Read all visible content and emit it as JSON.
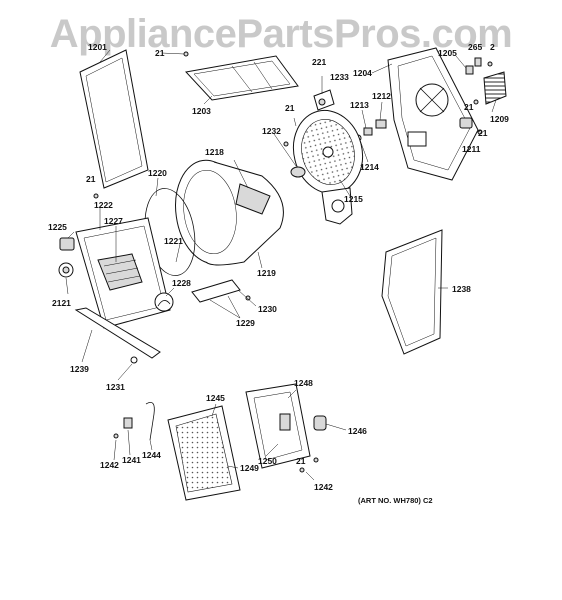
{
  "watermark": "AppliancePartsPros.com",
  "art_number": "(ART NO. WH780) C2",
  "part_labels": {
    "p1201": "1201",
    "p21a": "21",
    "p21b": "21",
    "p21c": "21",
    "p21d": "21",
    "p21e": "21",
    "p21f": "21",
    "p1203": "1203",
    "p221": "221",
    "p1233": "1233",
    "p1204": "1204",
    "p1205": "1205",
    "p265": "265",
    "p2": "2",
    "p1209": "1209",
    "p1212": "1212",
    "p1213": "1213",
    "p1214": "1214",
    "p1211": "1211",
    "p1232": "1232",
    "p1215": "1215",
    "p1218": "1218",
    "p1220": "1220",
    "p1222": "1222",
    "p1225": "1225",
    "p1227": "1227",
    "p1221": "1221",
    "p1219": "1219",
    "p1228": "1228",
    "p2121": "2121",
    "p1230": "1230",
    "p1229": "1229",
    "p1238": "1238",
    "p1239": "1239",
    "p1231": "1231",
    "p1245": "1245",
    "p1248": "1248",
    "p1246": "1246",
    "p1242a": "1242",
    "p1241": "1241",
    "p1244": "1244",
    "p1250": "1250",
    "p1249": "1249",
    "p1242b": "1242"
  }
}
